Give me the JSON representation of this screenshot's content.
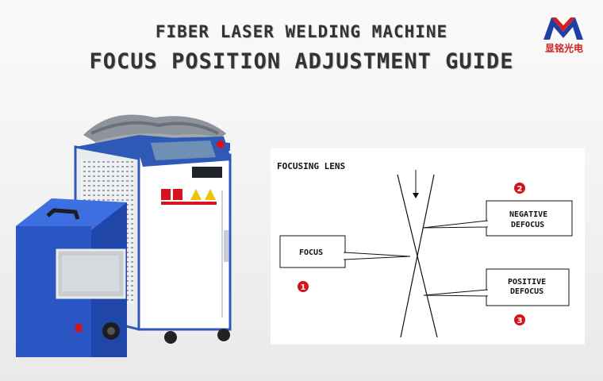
{
  "header": {
    "title_line1": "FIBER LASER WELDING MACHINE",
    "title_line2": "FOCUS POSITION ADJUSTMENT GUIDE"
  },
  "logo": {
    "icon": "brand-m-logo-icon",
    "text": "显铭光电",
    "colors": {
      "blue": "#1f3fa6",
      "red": "#d02020"
    }
  },
  "machine": {
    "icon": "laser-welding-machine-illustration",
    "colors": {
      "cabinet": "#ffffff",
      "frame": "#2f59b6",
      "control_box": "#2f5fd0",
      "hose": "#8d949b"
    }
  },
  "diagram": {
    "lens_label": "FOCUSING LENS",
    "focus_label": "FOCUS",
    "negative_label_line1": "NEGATIVE",
    "negative_label_line2": "DEFOCUS",
    "positive_label_line1": "POSITIVE",
    "positive_label_line2": "DEFOCUS",
    "marker_focus": "1",
    "marker_negative": "2",
    "marker_positive": "3",
    "marker_color": "#d4141a"
  }
}
